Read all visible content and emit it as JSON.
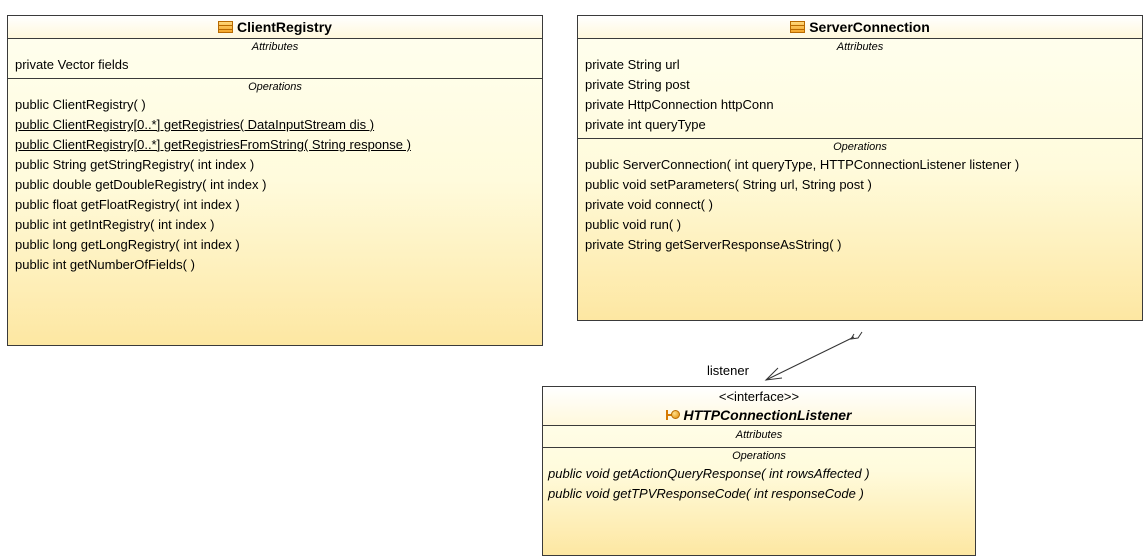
{
  "client_registry": {
    "name": "ClientRegistry",
    "attributes_title": "Attributes",
    "attributes": [
      "private Vector fields"
    ],
    "operations_title": "Operations",
    "operations": [
      "public ClientRegistry( )",
      "public ClientRegistry[0..*]  getRegistries( DataInputStream dis )",
      "public ClientRegistry[0..*]  getRegistriesFromString( String response )",
      "public String  getStringRegistry( int index )",
      "public double  getDoubleRegistry( int index )",
      "public float  getFloatRegistry( int index )",
      "public int  getIntRegistry( int index )",
      "public long  getLongRegistry( int index )",
      "public int  getNumberOfFields( )"
    ]
  },
  "server_connection": {
    "name": "ServerConnection",
    "attributes_title": "Attributes",
    "attributes": [
      "private String url",
      "private String post",
      "private HttpConnection httpConn",
      "private int queryType"
    ],
    "operations_title": "Operations",
    "operations": [
      "public ServerConnection( int queryType, HTTPConnectionListener listener )",
      "public void  setParameters( String url, String post )",
      "private void  connect( )",
      "public void  run( )",
      "private String  getServerResponseAsString( )"
    ]
  },
  "listener_interface": {
    "stereotype": "<<interface>>",
    "name": "HTTPConnectionListener",
    "attributes_title": "Attributes",
    "operations_title": "Operations",
    "operations": [
      "public void  getActionQueryResponse( int rowsAffected )",
      "public void  getTPVResponseCode( int responseCode )"
    ]
  },
  "association": {
    "role": "listener"
  }
}
